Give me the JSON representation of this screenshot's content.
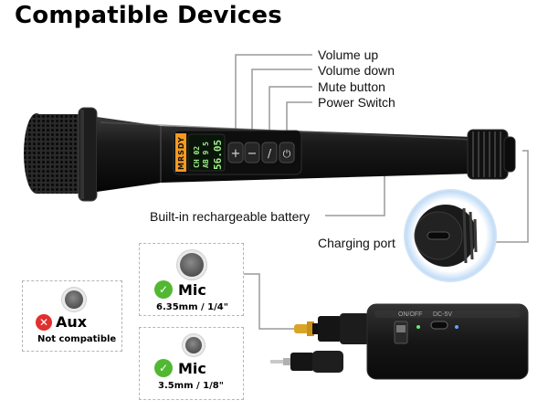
{
  "title": "Compatible Devices",
  "callouts": {
    "volume_up": "Volume up",
    "volume_down": "Volume down",
    "mute_button": "Mute button",
    "power_switch": "Power Switch",
    "battery": "Built-in rechargeable battery",
    "charging_port": "Charging port"
  },
  "microphone": {
    "brand": "MRSDY",
    "display": {
      "line1": "CH 02",
      "line2": "AB 9 5",
      "line3": "56.05"
    },
    "buttons": [
      {
        "name": "volume-up",
        "icon": "plus-icon",
        "glyph": "+"
      },
      {
        "name": "volume-down",
        "icon": "minus-icon",
        "glyph": "−"
      },
      {
        "name": "mute",
        "icon": "mute-slash-icon",
        "glyph": "/"
      },
      {
        "name": "power",
        "icon": "power-icon",
        "glyph": "⏻"
      }
    ]
  },
  "compatibility": {
    "aux": {
      "label": "Aux",
      "note": "Not compatible",
      "status_color": "#e0302e",
      "icon": "x-circle-icon"
    },
    "mic_635": {
      "label": "Mic",
      "size": "6.35mm / 1/4\"",
      "status_color": "#52b833",
      "icon": "check-circle-icon"
    },
    "mic_35": {
      "label": "Mic",
      "size": "3.5mm / 1/8\"",
      "status_color": "#52b833",
      "icon": "check-circle-icon"
    }
  },
  "receiver": {
    "on_off": "ON/OFF",
    "dc": "DC-5V"
  },
  "colors": {
    "lcd_green": "#9ef08a",
    "orange_badge": "#f39a1f",
    "check_green": "#52b833",
    "cross_red": "#e0302e"
  }
}
